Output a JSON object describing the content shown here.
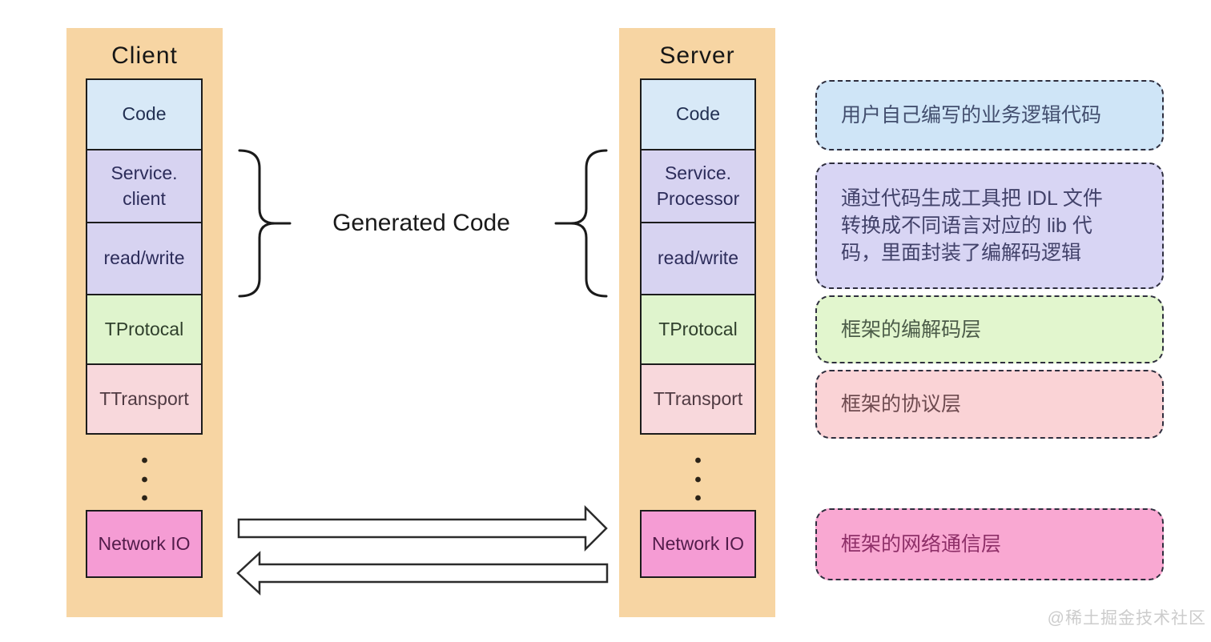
{
  "client_panel": {
    "title": "Client",
    "bg": "#f7d5a3",
    "title_color": "#161616",
    "layers": [
      {
        "label": "Code",
        "bg": "#d8e9f7",
        "color": "#223052"
      },
      {
        "label": "Service.\nclient",
        "bg": "#d7d3f1",
        "color": "#2c2c5a"
      },
      {
        "label": "read/write",
        "bg": "#d7d3f1",
        "color": "#2c2c5a"
      },
      {
        "label": "TProtocal",
        "bg": "#dff4cd",
        "color": "#2f3f2c"
      },
      {
        "label": "TTransport",
        "bg": "#f8d8dc",
        "color": "#4f3a42"
      },
      {
        "label": "Network IO",
        "bg": "#f59cd4",
        "color": "#521c4a"
      }
    ]
  },
  "server_panel": {
    "title": "Server",
    "bg": "#f7d5a3",
    "title_color": "#161616",
    "layers": [
      {
        "label": "Code",
        "bg": "#d8e9f7",
        "color": "#223052"
      },
      {
        "label": "Service.\nProcessor",
        "bg": "#d7d3f1",
        "color": "#2c2c5a"
      },
      {
        "label": "read/write",
        "bg": "#d7d3f1",
        "color": "#2c2c5a"
      },
      {
        "label": "TProtocal",
        "bg": "#dff4cd",
        "color": "#2f3f2c"
      },
      {
        "label": "TTransport",
        "bg": "#f8d8dc",
        "color": "#4f3a42"
      },
      {
        "label": "Network IO",
        "bg": "#f59cd4",
        "color": "#521c4a"
      }
    ]
  },
  "middle": {
    "generated_code_label": "Generated Code",
    "brace_color": "#1a1a1a",
    "arrow_fill": "#ffffff",
    "arrow_stroke": "#2b2b2b"
  },
  "annotations": [
    {
      "text": "用户自己编写的业务逻辑代码",
      "bg": "#cfe5f7",
      "color": "#424e6e"
    },
    {
      "text": "通过代码生成工具把 IDL 文件\n转换成不同语言对应的 lib 代\n码，里面封装了编解码逻辑",
      "bg": "#d8d5f4",
      "color": "#42426a"
    },
    {
      "text": "框架的编解码层",
      "bg": "#e2f6ce",
      "color": "#4c5c49"
    },
    {
      "text": "框架的协议层",
      "bg": "#fad3d6",
      "color": "#6d4a4f"
    },
    {
      "text": "框架的网络通信层",
      "bg": "#f9a8d2",
      "color": "#8e2f68"
    }
  ],
  "watermark": {
    "text": "@稀土掘金技术社区",
    "color": "#cccccc"
  }
}
